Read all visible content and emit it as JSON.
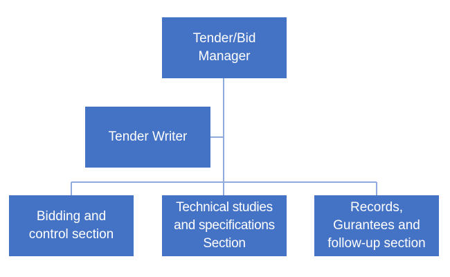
{
  "diagram": {
    "line_color": "#8FAADC",
    "box_color": "#4472C4",
    "text_color": "#FFFFFF",
    "nodes": {
      "manager": {
        "lines": [
          "Tender/Bid",
          "Manager"
        ]
      },
      "writer": {
        "lines": [
          "Tender Writer"
        ]
      },
      "bidding": {
        "lines": [
          "Bidding and",
          "control section"
        ]
      },
      "technical": {
        "lines": [
          "Technical studies",
          "and specifications",
          "Section"
        ]
      },
      "records": {
        "lines": [
          "Records,",
          "Gurantees and",
          "follow-up section"
        ]
      }
    }
  }
}
